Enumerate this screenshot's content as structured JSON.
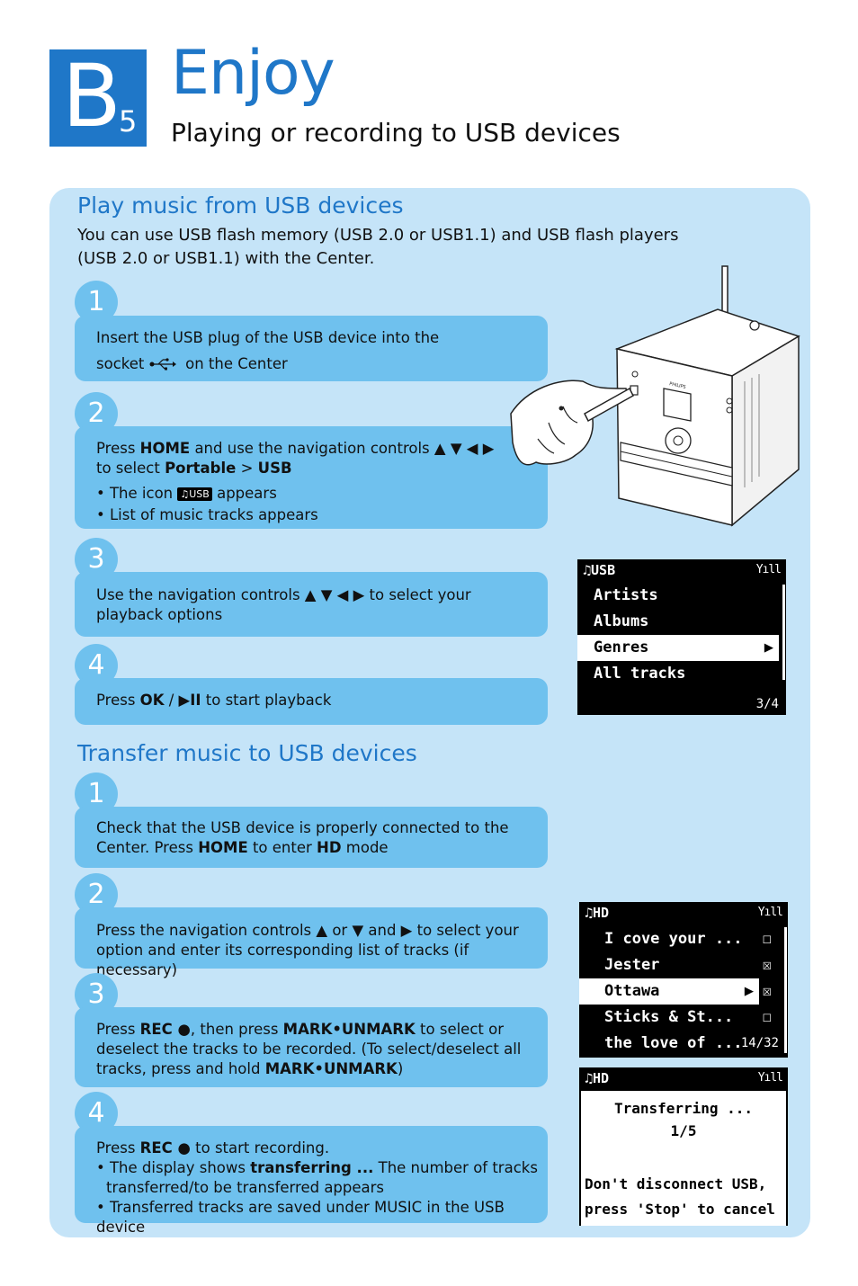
{
  "header": {
    "badge_letter": "B",
    "badge_sub": "5",
    "title": "Enjoy",
    "subtitle": "Playing or recording to USB devices"
  },
  "play": {
    "title": "Play music from USB devices",
    "intro": "You can use USB flash memory (USB 2.0 or USB1.1) and USB flash players (USB 2.0 or USB1.1) with the Center.",
    "steps": [
      {
        "num": "1",
        "a": "Insert the USB plug of the USB device into the",
        "b": "socket",
        "c": "on the Center"
      },
      {
        "num": "2",
        "a": "Press ",
        "home": "HOME",
        "b": " and use the navigation controls ▲ ▼ ◀ ▶",
        "c": "to select ",
        "portable": "Portable",
        "gt": " > ",
        "usb": "USB",
        "bullet1a": "• The icon",
        "usb_icon": "USB",
        "bullet1b": "appears",
        "bullet2": "• List of music tracks appears"
      },
      {
        "num": "3",
        "text": "Use the navigation controls ▲ ▼ ◀ ▶ to select your playback options"
      },
      {
        "num": "4",
        "a": "Press ",
        "ok": "OK",
        "b": " / ",
        "play_icon": "▶II",
        "c": " to start playback"
      }
    ]
  },
  "transfer": {
    "title": "Transfer music to USB devices",
    "steps": [
      {
        "num": "1",
        "a": "Check that the USB device is properly connected to the Center. Press ",
        "home": "HOME",
        "b": " to enter ",
        "hd": "HD",
        "c": " mode"
      },
      {
        "num": "2",
        "text": "Press the navigation controls ▲ or ▼ and ▶ to select your option and enter its corresponding list of tracks (if necessary)"
      },
      {
        "num": "3",
        "a": "Press ",
        "rec": "REC ●",
        "b": ", then press ",
        "mark": "MARK•UNMARK",
        "c": " to select or deselect the tracks to be recorded. (To select/deselect all tracks, press and hold ",
        "mark2": "MARK•UNMARK",
        "d": ")"
      },
      {
        "num": "4",
        "a": "Press ",
        "rec": "REC ●",
        "b": " to start recording.",
        "bullet1a": "• The display shows ",
        "transferring": "transferring ...",
        "bullet1b": " The number of tracks transferred/to be transferred appears",
        "bullet2": "• Transferred tracks are saved under MUSIC in the USB device"
      }
    ]
  },
  "screen_usb": {
    "header": "♫USB",
    "signal": "Yıll",
    "items": [
      "Artists",
      "Albums",
      "Genres",
      "All tracks"
    ],
    "selected_index": 2,
    "count": "3/4"
  },
  "screen_hd": {
    "header": "♫HD",
    "signal": "Yıll",
    "items": [
      {
        "label": "I cove your ...",
        "check": "☐"
      },
      {
        "label": "Jester",
        "check": "☒"
      },
      {
        "label": "Ottawa",
        "check": "☒"
      },
      {
        "label": "Sticks & St...",
        "check": "☐"
      },
      {
        "label": "the love of ...",
        "check": ""
      }
    ],
    "selected_index": 2,
    "count": "14/32"
  },
  "screen_transfer": {
    "header": "♫HD",
    "signal": "Yıll",
    "line1": "Transferring ...",
    "line2": "1/5",
    "line3": "Don't disconnect USB,",
    "line4": "press 'Stop' to cancel"
  },
  "device": {
    "brand": "PHILIPS"
  },
  "colors": {
    "accent": "#1f77c8",
    "panel": "#c5e4f8",
    "step": "#6fc1ee"
  }
}
